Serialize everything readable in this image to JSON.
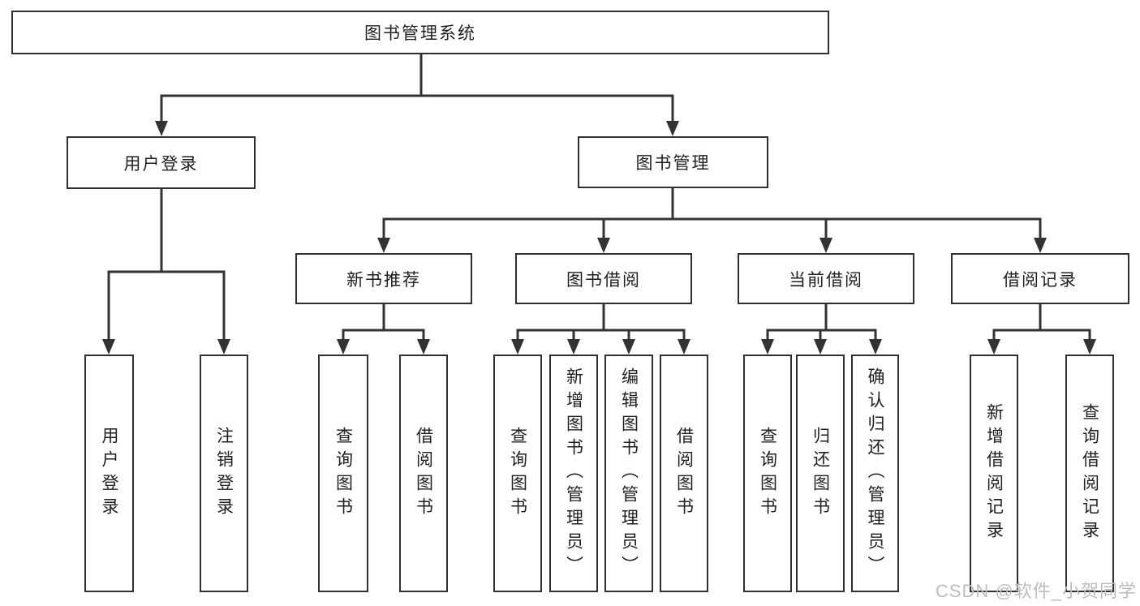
{
  "diagram": {
    "title": "图书管理系统",
    "nodes": {
      "root": {
        "label": "图书管理系统"
      },
      "l2": [
        {
          "label": "用户登录"
        },
        {
          "label": "图书管理"
        }
      ],
      "l3": [
        {
          "label": "新书推荐",
          "parent": "图书管理"
        },
        {
          "label": "图书借阅",
          "parent": "图书管理"
        },
        {
          "label": "当前借阅",
          "parent": "图书管理"
        },
        {
          "label": "借阅记录",
          "parent": "图书管理"
        }
      ],
      "leaves": [
        {
          "label": "用户登录",
          "parent": "用户登录"
        },
        {
          "label": "注销登录",
          "parent": "用户登录"
        },
        {
          "label": "查询图书",
          "parent": "新书推荐"
        },
        {
          "label": "借阅图书",
          "parent": "新书推荐"
        },
        {
          "label": "查询图书",
          "parent": "图书借阅"
        },
        {
          "label": "新增图书（管理员）",
          "parent": "图书借阅"
        },
        {
          "label": "编辑图书（管理员）",
          "parent": "图书借阅"
        },
        {
          "label": "借阅图书",
          "parent": "图书借阅"
        },
        {
          "label": "查询图书",
          "parent": "当前借阅"
        },
        {
          "label": "归还图书",
          "parent": "当前借阅"
        },
        {
          "label": "确认归还（管理员）",
          "parent": "当前借阅"
        },
        {
          "label": "新增借阅记录",
          "parent": "借阅记录"
        },
        {
          "label": "查询借阅记录",
          "parent": "借阅记录"
        }
      ]
    },
    "colors": {
      "line": "#333333",
      "box_border": "#2f2f2f",
      "box_fill": "#ffffff",
      "text": "#1f1f1f",
      "watermark": "#bdbdbd",
      "background": "#ffffff"
    }
  },
  "watermark": {
    "text": "CSDN @软件_小贺同学"
  }
}
